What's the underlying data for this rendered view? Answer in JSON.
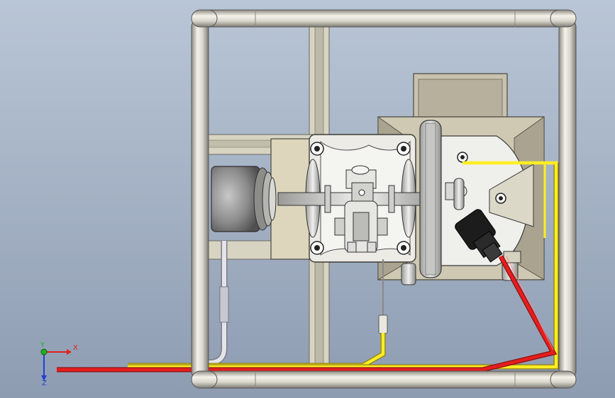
{
  "viewport": {
    "background_top": "#b9c6d6",
    "background_bottom": "#8e9cb2"
  },
  "triad": {
    "x_label": "X",
    "y_label": "Y",
    "z_label": "Z",
    "x_color": "#e02020",
    "y_color": "#20b020",
    "z_color": "#2040d0"
  },
  "colors": {
    "frame_tube": "#d9d6cc",
    "frame_shadow": "#8d8a80",
    "body": "#e8e6dc",
    "yellow_cable": "#ffee22",
    "red_cable": "#e61e1e",
    "hose": "#d8d8e0"
  },
  "icons": [
    "coordinate-triad-icon"
  ]
}
